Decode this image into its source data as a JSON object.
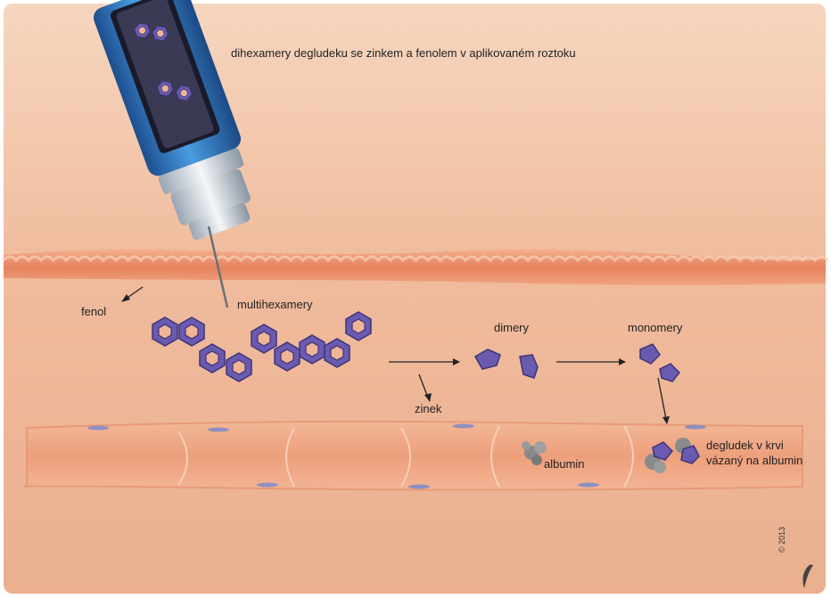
{
  "labels": {
    "solution": "dihexamery degludeku se zinkem a fenolem v aplikovaném roztoku",
    "fenol": "fenol",
    "multihexamers": "multihexamery",
    "dimers": "dimery",
    "monomers": "monomery",
    "zinc": "zinek",
    "albumin": "albumin",
    "bound_line1": "degludek v krvi",
    "bound_line2": "vázaný na albumin"
  },
  "copyright": "© 2013",
  "colors": {
    "background": "#f3c7a8",
    "dermis": "#f0b596",
    "dermis_band": "#e5845e",
    "vessel": "#f1a882",
    "molecule": "#6a5bb0",
    "molecule_dark": "#3e3478",
    "pen_blue": "#2f73b8",
    "albumin_gray": "#8a8a8a"
  },
  "icons": [
    "insulin-pen-icon",
    "needle-icon",
    "hexamer-icon",
    "albumin-icon"
  ]
}
